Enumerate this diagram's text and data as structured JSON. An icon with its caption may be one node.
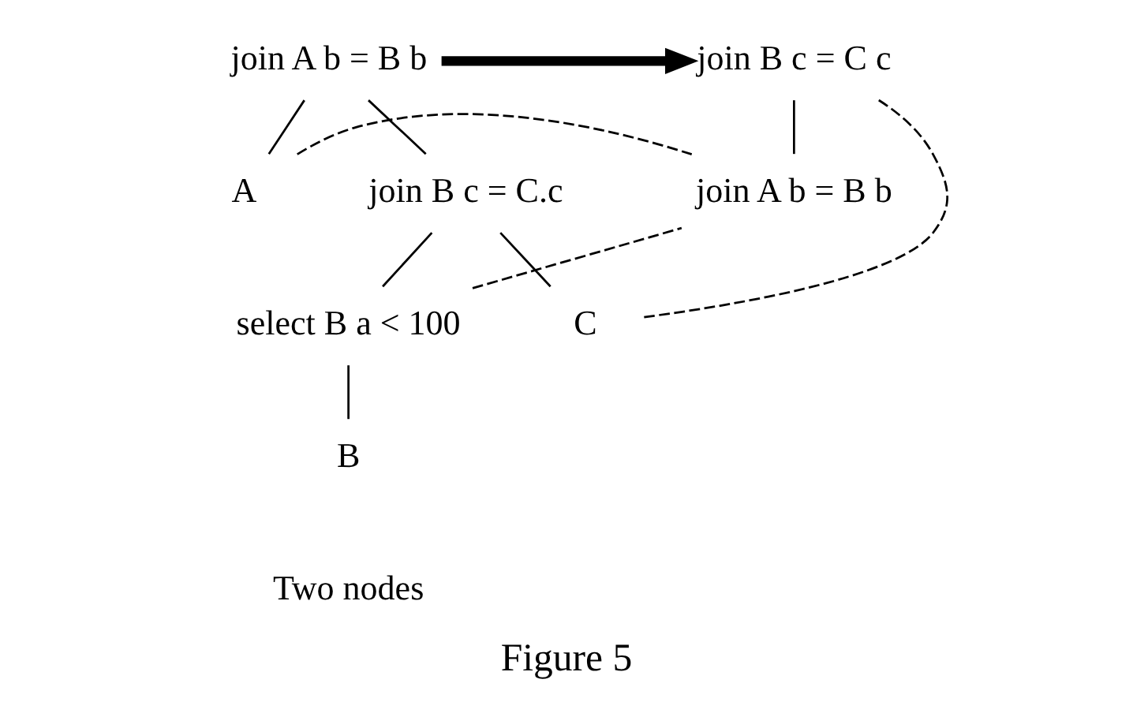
{
  "diagram": {
    "caption": "Figure 5",
    "nodes": [
      {
        "text": [
          "join A b = B b"
        ]
      },
      {
        "text": [
          "join B c = C c"
        ]
      },
      {
        "text": [
          "A"
        ]
      },
      {
        "text": [
          "join B c = C.c"
        ]
      },
      {
        "text": [
          "join A b = B b"
        ]
      },
      {
        "text": [
          "select B a < 100"
        ]
      },
      {
        "text": [
          "C"
        ]
      },
      {
        "text": [
          "B"
        ]
      }
    ],
    "edges": [
      {
        "from": 0,
        "to": 1,
        "arrow": "to",
        "style": "thick"
      },
      {
        "from": 0,
        "to": 2,
        "arrow": "none"
      },
      {
        "from": 0,
        "to": 3,
        "arrow": "none"
      },
      {
        "from": 1,
        "to": 4,
        "arrow": "none"
      },
      {
        "from": 3,
        "to": 5,
        "arrow": "none"
      },
      {
        "from": 3,
        "to": 6,
        "arrow": "none"
      },
      {
        "from": 5,
        "to": 7,
        "arrow": "none"
      },
      {
        "from": 2,
        "to": 4,
        "arrow": "none",
        "style": "dashed"
      },
      {
        "from": 5,
        "to": 4,
        "arrow": "none",
        "style": "dashed"
      },
      {
        "from": 6,
        "to": 1,
        "arrow": "none",
        "style": "dashed"
      }
    ],
    "labels": [
      "Two nodes"
    ]
  }
}
